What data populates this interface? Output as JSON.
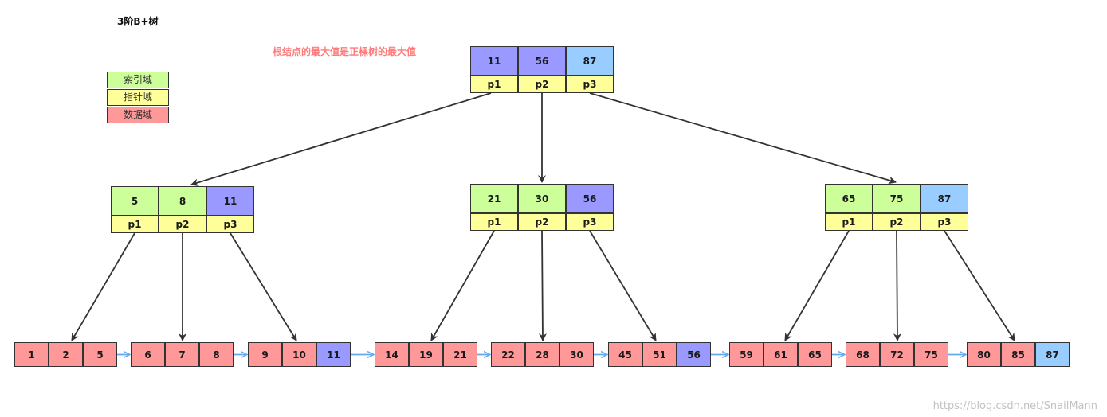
{
  "title": "3阶B+树",
  "note": "根结点的最大值是正棵树的最大值",
  "watermark": "https://blog.csdn.net/SnailMann",
  "legend": [
    {
      "label": "索引域",
      "color": "#ccff99"
    },
    {
      "label": "指针域",
      "color": "#ffff99"
    },
    {
      "label": "数据域",
      "color": "#ff9999"
    }
  ],
  "colors": {
    "index": "#ccff99",
    "pointer": "#ffff99",
    "data": "#ff9999",
    "max_purple": "#9999ff",
    "max_blue": "#99ccff",
    "tree_edge": "#333333",
    "leaf_link": "#66aaee"
  },
  "root": {
    "keys": [
      {
        "value": "11",
        "role": "max_purple"
      },
      {
        "value": "56",
        "role": "max_purple"
      },
      {
        "value": "87",
        "role": "max_blue"
      }
    ],
    "pointers": [
      "p1",
      "p2",
      "p3"
    ]
  },
  "internal": [
    {
      "keys": [
        {
          "value": "5",
          "role": "index"
        },
        {
          "value": "8",
          "role": "index"
        },
        {
          "value": "11",
          "role": "max_purple"
        }
      ],
      "pointers": [
        "p1",
        "p2",
        "p3"
      ]
    },
    {
      "keys": [
        {
          "value": "21",
          "role": "index"
        },
        {
          "value": "30",
          "role": "index"
        },
        {
          "value": "56",
          "role": "max_purple"
        }
      ],
      "pointers": [
        "p1",
        "p2",
        "p3"
      ]
    },
    {
      "keys": [
        {
          "value": "65",
          "role": "index"
        },
        {
          "value": "75",
          "role": "index"
        },
        {
          "value": "87",
          "role": "max_blue"
        }
      ],
      "pointers": [
        "p1",
        "p2",
        "p3"
      ]
    }
  ],
  "leaves": [
    [
      {
        "value": "1",
        "role": "data"
      },
      {
        "value": "2",
        "role": "data"
      },
      {
        "value": "5",
        "role": "data"
      }
    ],
    [
      {
        "value": "6",
        "role": "data"
      },
      {
        "value": "7",
        "role": "data"
      },
      {
        "value": "8",
        "role": "data"
      }
    ],
    [
      {
        "value": "9",
        "role": "data"
      },
      {
        "value": "10",
        "role": "data"
      },
      {
        "value": "11",
        "role": "max_purple"
      }
    ],
    [
      {
        "value": "14",
        "role": "data"
      },
      {
        "value": "19",
        "role": "data"
      },
      {
        "value": "21",
        "role": "data"
      }
    ],
    [
      {
        "value": "22",
        "role": "data"
      },
      {
        "value": "28",
        "role": "data"
      },
      {
        "value": "30",
        "role": "data"
      }
    ],
    [
      {
        "value": "45",
        "role": "data"
      },
      {
        "value": "51",
        "role": "data"
      },
      {
        "value": "56",
        "role": "max_purple"
      }
    ],
    [
      {
        "value": "59",
        "role": "data"
      },
      {
        "value": "61",
        "role": "data"
      },
      {
        "value": "65",
        "role": "data"
      }
    ],
    [
      {
        "value": "68",
        "role": "data"
      },
      {
        "value": "72",
        "role": "data"
      },
      {
        "value": "75",
        "role": "data"
      }
    ],
    [
      {
        "value": "80",
        "role": "data"
      },
      {
        "value": "85",
        "role": "data"
      },
      {
        "value": "87",
        "role": "max_blue"
      }
    ]
  ]
}
